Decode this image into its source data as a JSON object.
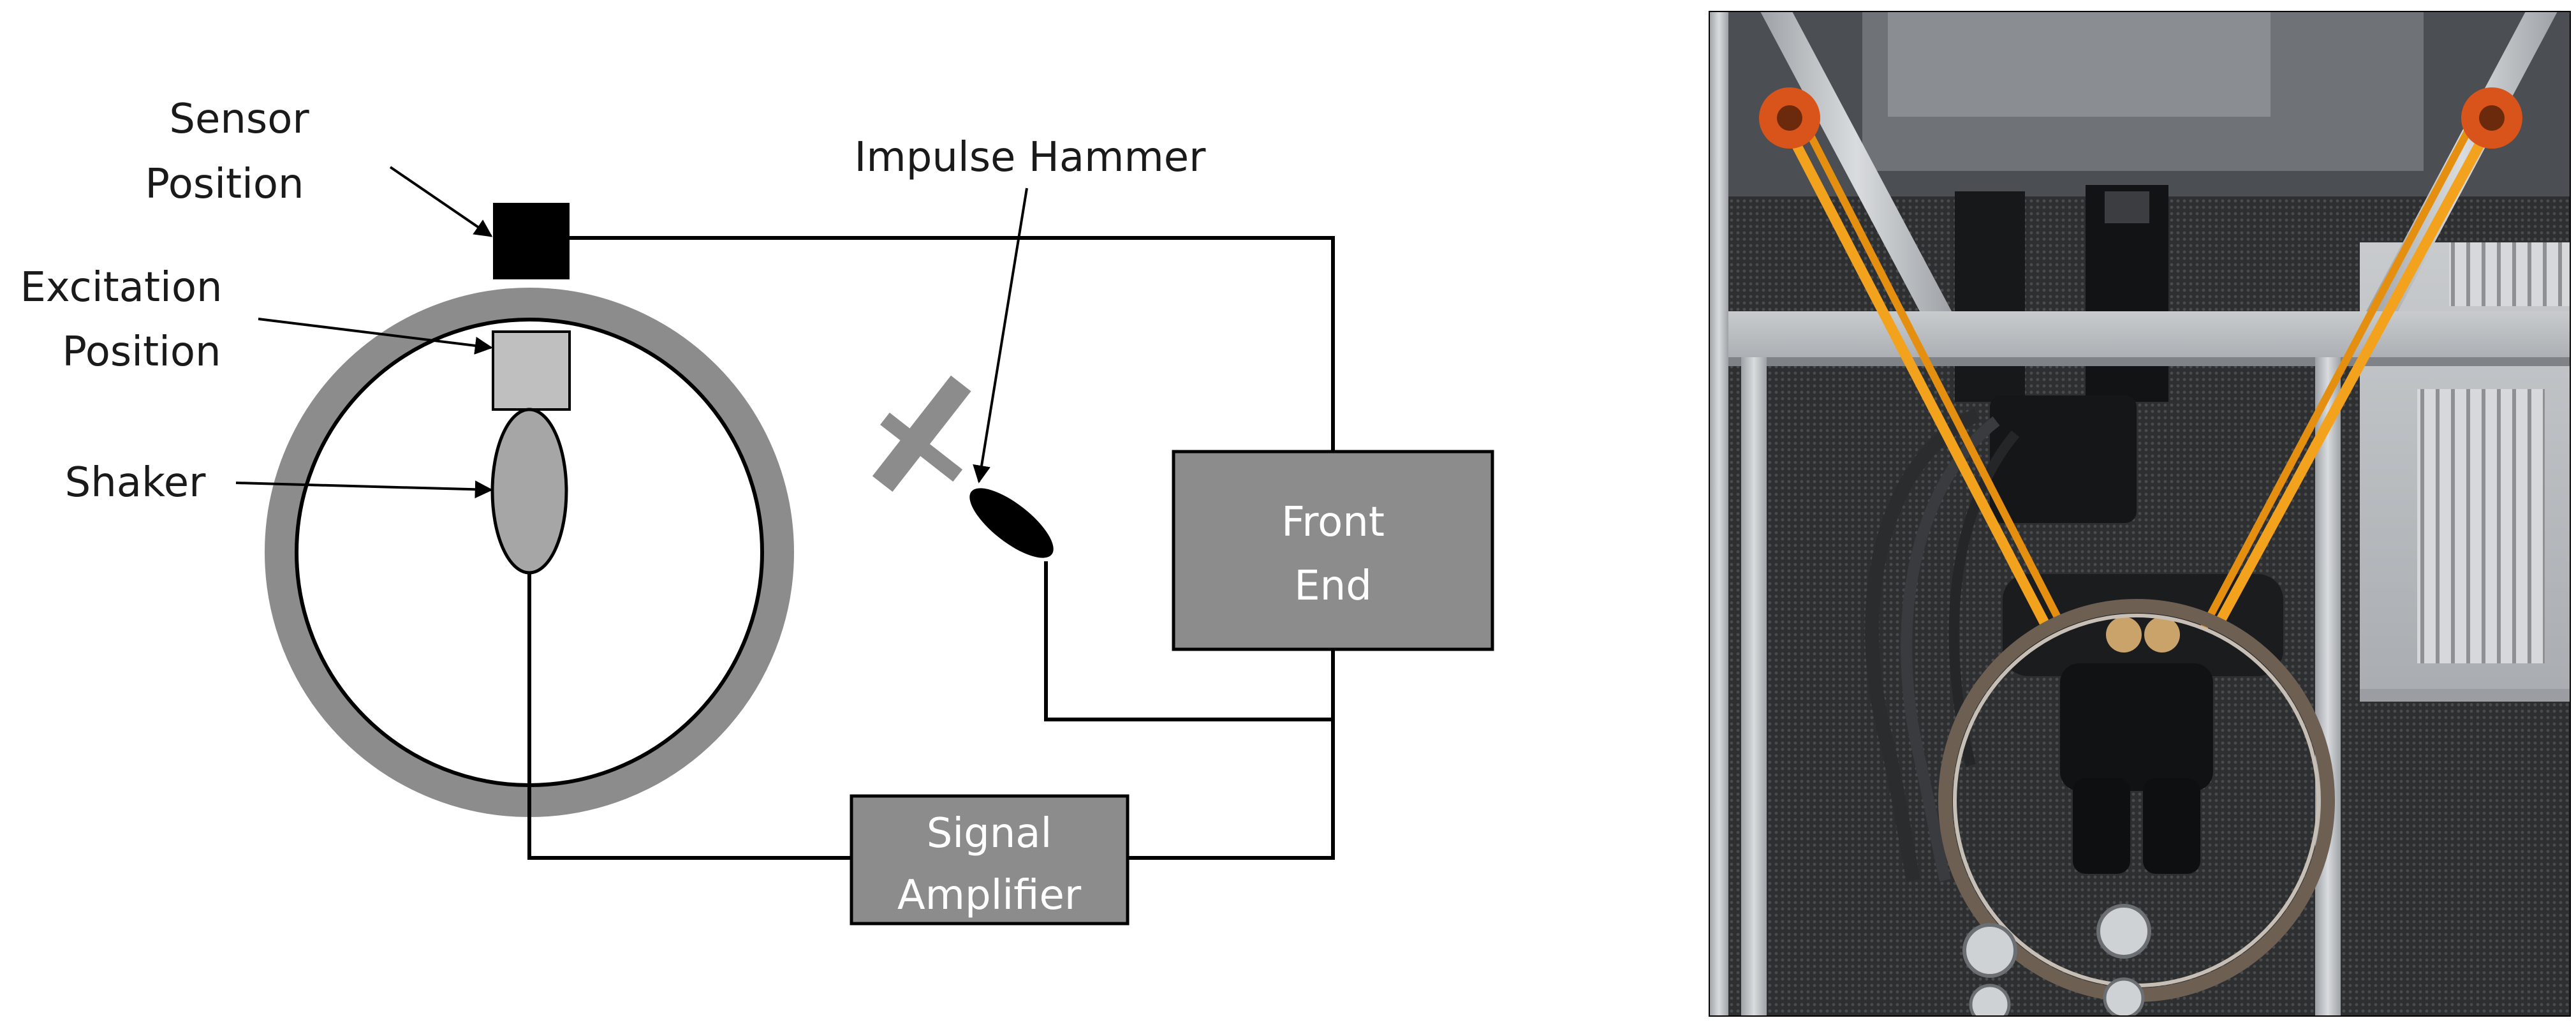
{
  "labels": {
    "sensor_line1": "Sensor",
    "sensor_line2": "Position",
    "excitation_line1": "Excitation",
    "excitation_line2": "Position",
    "shaker": "Shaker",
    "impulse_hammer": "Impulse Hammer",
    "front_end_line1": "Front",
    "front_end_line2": "End",
    "signal_amp_line1": "Signal",
    "signal_amp_line2": "Amplifier"
  },
  "colors": {
    "ring": "#8c8c8c",
    "box_fill": "#8c8c8c",
    "sensor": "#000000",
    "excitation": "#bfbfbf",
    "shaker": "#a6a6a6",
    "hammer": "#8c8c8c",
    "line": "#000000",
    "strap": "#f2a21c",
    "hook": "#d9541b",
    "frame": "#b8bcc0",
    "mesh": "#3a3a3a"
  }
}
